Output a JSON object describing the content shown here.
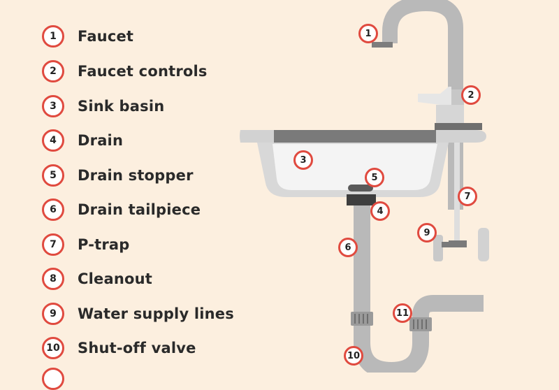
{
  "legend": [
    {
      "num": "1",
      "label": "Faucet"
    },
    {
      "num": "2",
      "label": "Faucet controls"
    },
    {
      "num": "3",
      "label": "Sink basin"
    },
    {
      "num": "4",
      "label": "Drain"
    },
    {
      "num": "5",
      "label": "Drain stopper"
    },
    {
      "num": "6",
      "label": "Drain tailpiece"
    },
    {
      "num": "7",
      "label": "P-trap"
    },
    {
      "num": "8",
      "label": "Cleanout"
    },
    {
      "num": "9",
      "label": "Water supply lines"
    },
    {
      "num": "10",
      "label": "Shut-off valve"
    }
  ],
  "diagram_markers": [
    "1",
    "2",
    "3",
    "4",
    "5",
    "6",
    "7",
    "9",
    "10",
    "11"
  ],
  "colors": {
    "background": "#fcefdf",
    "badge_border": "#e04a3f",
    "pipe": "#b9b9b9",
    "pipe_dark": "#8c8c8c",
    "basin": "#d8d8d8",
    "basin_inner": "#f4f4f4"
  }
}
